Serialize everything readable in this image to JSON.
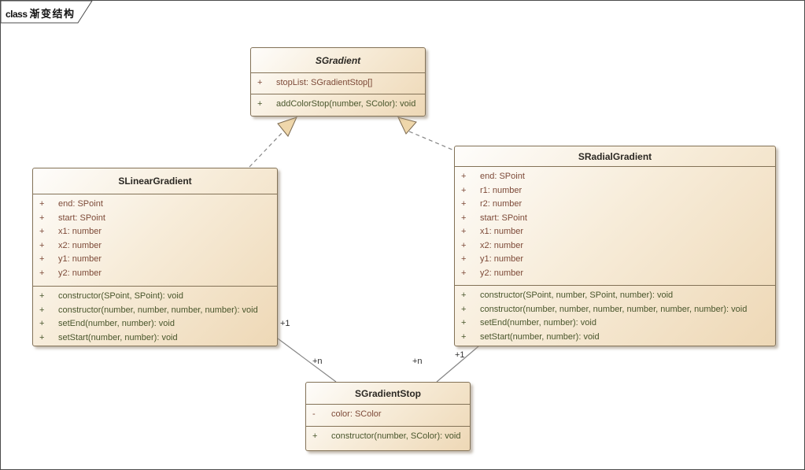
{
  "frame": {
    "keyword": "class",
    "title": "渐变结构"
  },
  "colors": {
    "box_fill_light": "#fefdfb",
    "box_fill_dark": "#eed8b6",
    "box_border": "#837257",
    "attribute_text": "#7d4a38",
    "method_text": "#49562c",
    "connector": "#858585",
    "arrow_fill": "#efd7ab",
    "frame_border": "#4c4c4c"
  },
  "classes": {
    "sgradient": {
      "name": "SGradient",
      "abstract": true,
      "attributes": [
        {
          "vis": "+",
          "text": "stopList: SGradientStop[]"
        }
      ],
      "methods": [
        {
          "vis": "+",
          "text": "addColorStop(number, SColor): void"
        }
      ]
    },
    "slinear": {
      "name": "SLinearGradient",
      "abstract": false,
      "attributes": [
        {
          "vis": "+",
          "text": "end: SPoint"
        },
        {
          "vis": "+",
          "text": "start: SPoint"
        },
        {
          "vis": "+",
          "text": "x1: number"
        },
        {
          "vis": "+",
          "text": "x2: number"
        },
        {
          "vis": "+",
          "text": "y1: number"
        },
        {
          "vis": "+",
          "text": "y2: number"
        }
      ],
      "methods": [
        {
          "vis": "+",
          "text": "constructor(SPoint, SPoint): void"
        },
        {
          "vis": "+",
          "text": "constructor(number, number, number, number): void"
        },
        {
          "vis": "+",
          "text": "setEnd(number, number): void"
        },
        {
          "vis": "+",
          "text": "setStart(number, number): void"
        }
      ]
    },
    "sradial": {
      "name": "SRadialGradient",
      "abstract": false,
      "attributes": [
        {
          "vis": "+",
          "text": "end: SPoint"
        },
        {
          "vis": "+",
          "text": "r1: number"
        },
        {
          "vis": "+",
          "text": "r2: number"
        },
        {
          "vis": "+",
          "text": "start: SPoint"
        },
        {
          "vis": "+",
          "text": "x1: number"
        },
        {
          "vis": "+",
          "text": "x2: number"
        },
        {
          "vis": "+",
          "text": "y1: number"
        },
        {
          "vis": "+",
          "text": "y2: number"
        }
      ],
      "methods": [
        {
          "vis": "+",
          "text": "constructor(SPoint, number, SPoint, number): void"
        },
        {
          "vis": "+",
          "text": "constructor(number, number, number, number, number, number): void"
        },
        {
          "vis": "+",
          "text": "setEnd(number, number): void"
        },
        {
          "vis": "+",
          "text": "setStart(number, number): void"
        }
      ]
    },
    "sstop": {
      "name": "SGradientStop",
      "abstract": false,
      "attributes": [
        {
          "vis": "-",
          "text": "color: SColor"
        }
      ],
      "methods": [
        {
          "vis": "+",
          "text": "constructor(number, SColor): void"
        }
      ]
    }
  },
  "multiplicities": {
    "linear_source": "+1",
    "linear_target": "+n",
    "radial_target": "+n",
    "radial_source": "+1"
  }
}
